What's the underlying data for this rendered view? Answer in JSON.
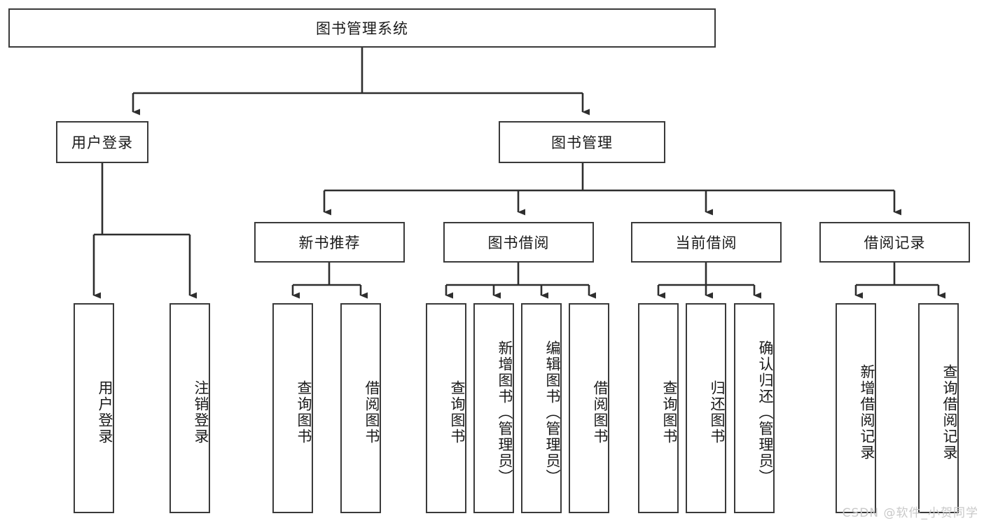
{
  "diagram": {
    "type": "tree",
    "title": "图书管理系统",
    "root": {
      "id": "root",
      "label": "图书管理系统"
    },
    "level1": [
      {
        "id": "user-login",
        "label": "用户登录"
      },
      {
        "id": "book-manage",
        "label": "图书管理"
      }
    ],
    "level2": [
      {
        "id": "new-book-rec",
        "label": "新书推荐",
        "parent": "book-manage"
      },
      {
        "id": "book-borrow",
        "label": "图书借阅",
        "parent": "book-manage"
      },
      {
        "id": "current-borrow",
        "label": "当前借阅",
        "parent": "book-manage"
      },
      {
        "id": "borrow-record",
        "label": "借阅记录",
        "parent": "book-manage"
      }
    ],
    "leaves": [
      {
        "id": "leaf-user-login",
        "label": "用户登录",
        "parent": "user-login"
      },
      {
        "id": "leaf-user-logout",
        "label": "注销登录",
        "parent": "user-login"
      },
      {
        "id": "leaf-query-book-1",
        "label": "查询图书",
        "parent": "new-book-rec"
      },
      {
        "id": "leaf-borrow-book-1",
        "label": "借阅图书",
        "parent": "new-book-rec"
      },
      {
        "id": "leaf-query-book-2",
        "label": "查询图书",
        "parent": "book-borrow"
      },
      {
        "id": "leaf-add-book",
        "label": "新增图书（管理员）",
        "parent": "book-borrow"
      },
      {
        "id": "leaf-edit-book",
        "label": "编辑图书（管理员）",
        "parent": "book-borrow"
      },
      {
        "id": "leaf-borrow-book-2",
        "label": "借阅图书",
        "parent": "book-borrow"
      },
      {
        "id": "leaf-query-book-3",
        "label": "查询图书",
        "parent": "current-borrow"
      },
      {
        "id": "leaf-return-book",
        "label": "归还图书",
        "parent": "current-borrow"
      },
      {
        "id": "leaf-confirm-return",
        "label": "确认归还（管理员）",
        "parent": "current-borrow"
      },
      {
        "id": "leaf-add-record",
        "label": "新增借阅记录",
        "parent": "borrow-record"
      },
      {
        "id": "leaf-query-record",
        "label": "查询借阅记录",
        "parent": "borrow-record"
      }
    ]
  },
  "watermark": {
    "text": "CSDN @软件_小贺同学"
  },
  "colors": {
    "stroke": "#3a3a3a",
    "text": "#1a1a1a",
    "background": "#ffffff",
    "watermark": "#c9c9c9"
  }
}
